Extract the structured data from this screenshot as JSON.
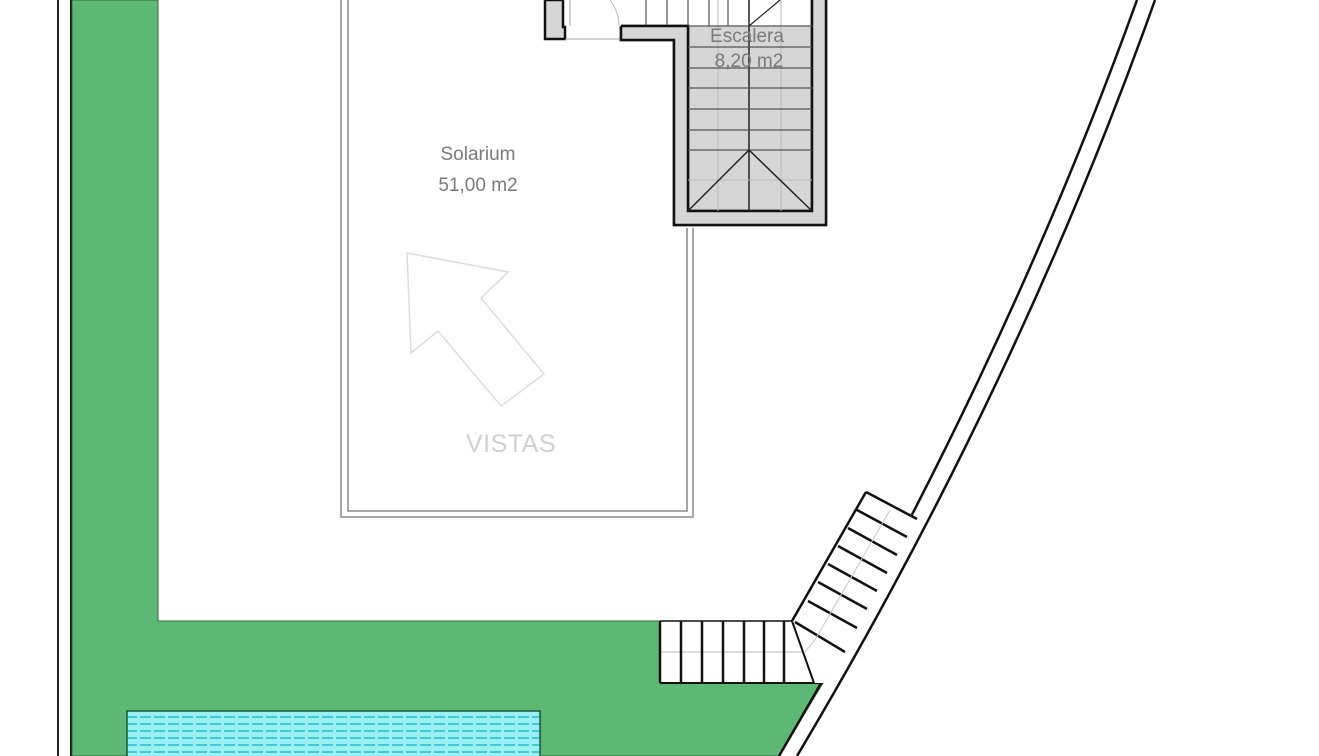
{
  "plan": {
    "type": "architectural-floor-plan",
    "colors": {
      "background": "#ffffff",
      "garden": "#5db874",
      "pool_water": "#7ee8ec",
      "pool_lines": "#3fcad6",
      "wall_fill": "#d6d6d6",
      "wall_stroke": "#111111",
      "label_text": "#7a7a7a",
      "arrow_text": "#d0d0d0"
    },
    "rooms": [
      {
        "id": "solarium",
        "name": "Solarium",
        "area": "51,00 m2"
      },
      {
        "id": "escalera",
        "name": "Escalera",
        "area": "8,20 m2"
      }
    ],
    "annotations": {
      "view_arrow_label": "VISTAS",
      "view_arrow_icon": "arrow-up-left-icon"
    },
    "elements": {
      "garden": "green-lawn-area",
      "pool": "swimming-pool",
      "exterior_stairs": "exterior-staircase",
      "boundary_wall": "curved-boundary-wall"
    }
  }
}
